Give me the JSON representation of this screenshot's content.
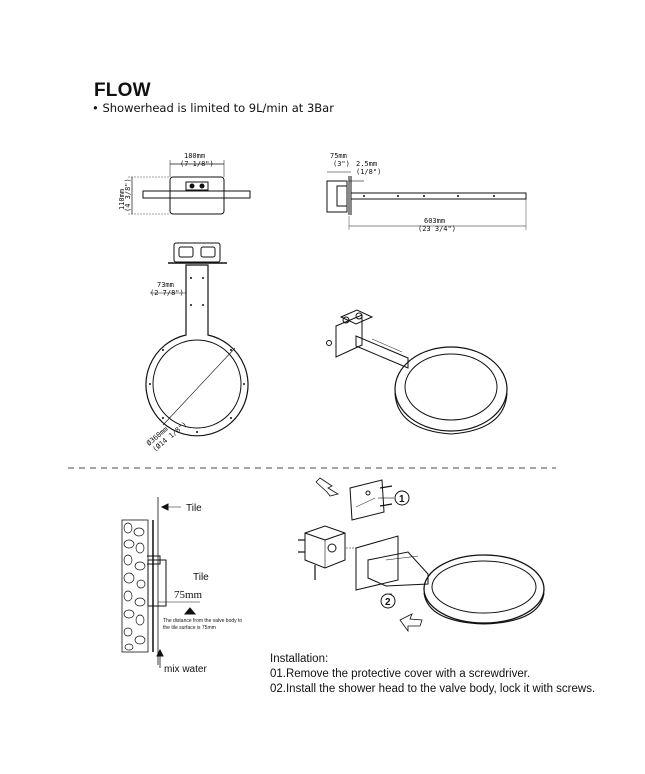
{
  "header": {
    "title": "FLOW",
    "bullet": "• Showerhead is limited to 9L/min at 3Bar"
  },
  "front_view": {
    "width_mm": "180mm",
    "width_in": "(7 1/8\")",
    "height_mm": "110mm",
    "height_in": "(4 3/8\")"
  },
  "side_view": {
    "depth_mm": "75mm",
    "depth_in": "(3\")",
    "thick_mm": "2.5mm",
    "thick_in": "(1/8\")",
    "length_mm": "603mm",
    "length_in": "(23 3/4\")"
  },
  "top_view": {
    "arm_mm": "73mm",
    "arm_in": "(2 7/8\")",
    "diam_mm": "Ø360mm",
    "diam_in": "(Ø14 1/8\")"
  },
  "section": {
    "tile_top": "Tile",
    "tile_mid": "Tile",
    "distance": "75mm",
    "note_line1": "The distance from the valve body to",
    "note_line2": "the tile surface is 75mm",
    "mix_water": "mix water"
  },
  "callouts": {
    "step1": "1",
    "step2": "2"
  },
  "installation": {
    "heading": "Installation:",
    "steps": [
      "01.Remove the protective cover with a screwdriver.",
      "02.Install the shower head to the valve body, lock it with screws."
    ]
  }
}
